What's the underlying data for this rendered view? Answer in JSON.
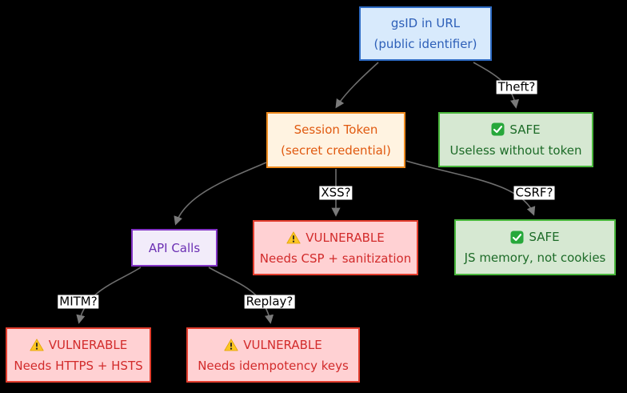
{
  "diagram": {
    "type": "flowchart",
    "background_color": "#000000",
    "edge_color": "#6e6e6e",
    "edge_label_background": "#ffffff",
    "nodes": {
      "gsid": {
        "line1": "gsID in URL",
        "line2": "(public identifier)",
        "fill": "#d8eafc",
        "border": "#2e6bc4",
        "text_color": "#2d5fb8"
      },
      "session_token": {
        "line1": "Session Token",
        "line2": "(secret credential)",
        "fill": "#fff3e1",
        "border": "#ee8a1e",
        "text_color": "#e0590f"
      },
      "theft_safe": {
        "icon": "check-icon",
        "line1": "SAFE",
        "line2": "Useless without token",
        "fill": "#d6e8d2",
        "border": "#49b73c",
        "text_color": "#1d6b28"
      },
      "api_calls": {
        "line1": "API Calls",
        "fill": "#f2ecfa",
        "border": "#8233c4",
        "text_color": "#6b2fb3"
      },
      "xss_vulnerable": {
        "icon": "warning-icon",
        "line1": "VULNERABLE",
        "line2": "Needs CSP + sanitization",
        "fill": "#ffd1d3",
        "border": "#e33e2e",
        "text_color": "#d22b2b"
      },
      "csrf_safe": {
        "icon": "check-icon",
        "line1": "SAFE",
        "line2": "JS memory, not cookies",
        "fill": "#d6e8d2",
        "border": "#49b73c",
        "text_color": "#1d6b28"
      },
      "mitm_vulnerable": {
        "icon": "warning-icon",
        "line1": "VULNERABLE",
        "line2": "Needs HTTPS + HSTS",
        "fill": "#ffd1d3",
        "border": "#e33e2e",
        "text_color": "#d22b2b"
      },
      "replay_vulnerable": {
        "icon": "warning-icon",
        "line1": "VULNERABLE",
        "line2": "Needs idempotency keys",
        "fill": "#ffd1d3",
        "border": "#e33e2e",
        "text_color": "#d22b2b"
      }
    },
    "edge_labels": {
      "theft": "Theft?",
      "xss": "XSS?",
      "csrf": "CSRF?",
      "mitm": "MITM?",
      "replay": "Replay?"
    },
    "edges": [
      {
        "from": "gsid",
        "to": "session_token",
        "label": ""
      },
      {
        "from": "gsid",
        "to": "theft_safe",
        "label": "Theft?"
      },
      {
        "from": "session_token",
        "to": "api_calls",
        "label": ""
      },
      {
        "from": "session_token",
        "to": "xss_vulnerable",
        "label": "XSS?"
      },
      {
        "from": "session_token",
        "to": "csrf_safe",
        "label": "CSRF?"
      },
      {
        "from": "api_calls",
        "to": "mitm_vulnerable",
        "label": "MITM?"
      },
      {
        "from": "api_calls",
        "to": "replay_vulnerable",
        "label": "Replay?"
      }
    ]
  }
}
